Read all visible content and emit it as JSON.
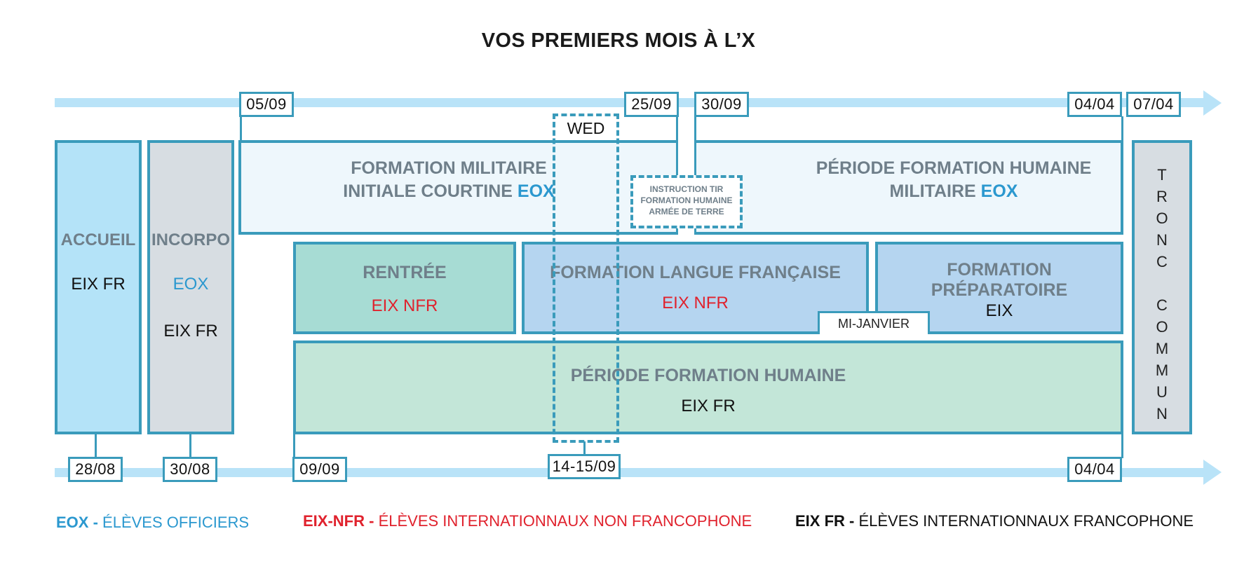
{
  "title": "VOS PREMIERS MOIS À L’X",
  "top_dates": [
    "05/09",
    "25/09",
    "30/09",
    "04/04",
    "07/04"
  ],
  "bottom_dates": [
    "28/08",
    "30/08",
    "09/09",
    "14-15/09",
    "04/04"
  ],
  "wed": "WED",
  "accueil": {
    "label": "ACCUEIL",
    "group": "EIX FR"
  },
  "incorpo": {
    "label": "INCORPO",
    "group1": "EOX",
    "group2": "EIX FR"
  },
  "fmi": {
    "line1": "FORMATION MILITAIRE",
    "line2": "INITIALE COURTINE",
    "group": "EOX"
  },
  "instruction": {
    "line1": "INSTRUCTION TIR",
    "line2": "FORMATION HUMAINE",
    "line3": "ARMÉE DE TERRE"
  },
  "pfhm": {
    "line1": "PÉRIODE FORMATION HUMAINE",
    "line2": "MILITAIRE",
    "group": "EOX"
  },
  "rentree": {
    "label": "RENTRÉE",
    "group": "EIX NFR"
  },
  "flf": {
    "label": "FORMATION LANGUE FRANÇAISE",
    "group": "EIX NFR"
  },
  "fprep": {
    "line1": "FORMATION",
    "line2": "PRÉPARATOIRE",
    "group": "EIX"
  },
  "mi_janvier": "MI-JANVIER",
  "pfh": {
    "label": "PÉRIODE FORMATION HUMAINE",
    "group": "EIX FR"
  },
  "tronc": [
    "T",
    "R",
    "O",
    "N",
    "C",
    "",
    "C",
    "O",
    "M",
    "M",
    "U",
    "N"
  ],
  "legend": {
    "eox_abbr": "EOX -",
    "eox_text": "ÉLÈVES OFFICIERS",
    "nfr_abbr": "EIX-NFR -",
    "nfr_text": "ÉLÈVES INTERNATIONNAUX NON FRANCOPHONE",
    "fr_abbr": "EIX FR  -",
    "fr_text": "ÉLÈVES INTERNATIONNAUX FRANCOPHONE"
  },
  "colors": {
    "arrow": "#b9e3f8",
    "border": "#3a9bbb",
    "accueil": "#b4e3f8",
    "incorpo": "#d7dde2",
    "fmi": "#eef7fc",
    "rentree": "#a7dcd4",
    "flf": "#b5d5f0",
    "pfh": "#c3e6d8",
    "tronc": "#d7dde2"
  }
}
